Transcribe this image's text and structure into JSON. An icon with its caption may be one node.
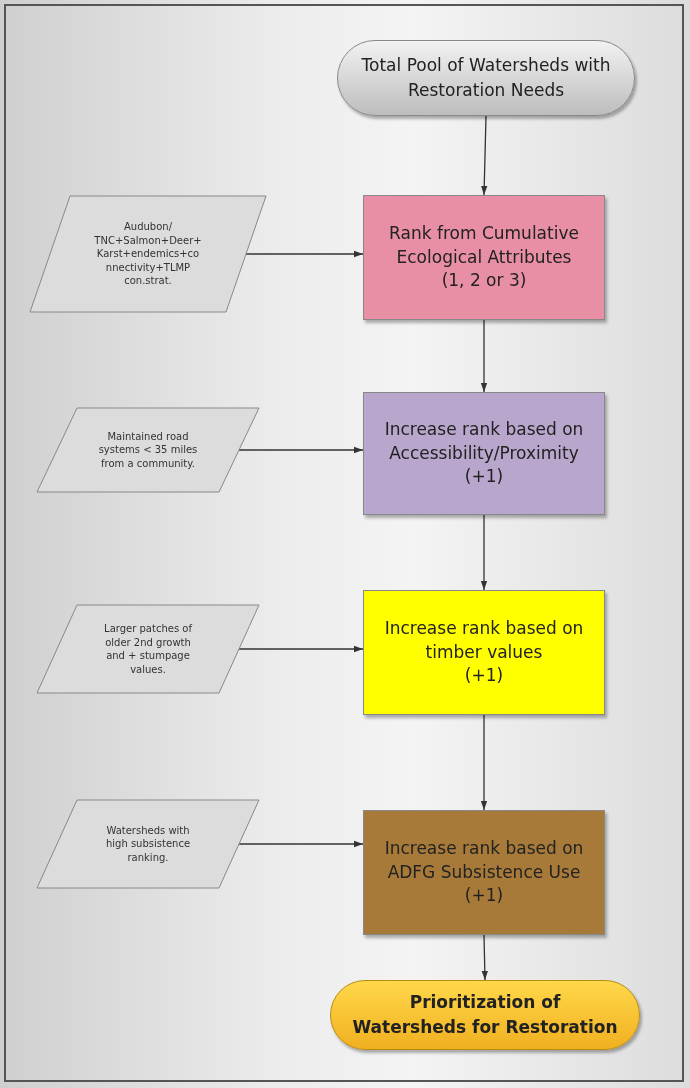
{
  "diagram": {
    "nodes": [
      {
        "text": [
          "Total Pool of Watersheds with Restoration Needs"
        ]
      },
      {
        "text": [
          "Audubon/ TNC+Salmon+Deer+ Karst+endemics+co nnectivity+TLMP con.strat."
        ]
      },
      {
        "text": [
          "Rank from Cumulative Ecological Attributes",
          "(1, 2 or 3)"
        ]
      },
      {
        "text": [
          "Maintained road systems < 35 miles from a community."
        ]
      },
      {
        "text": [
          "Increase rank based on Accessibility/Proximity",
          "(+1)"
        ]
      },
      {
        "text": [
          "Larger patches of older 2nd growth and + stumpage values."
        ]
      },
      {
        "text": [
          "Increase rank based on timber values",
          "(+1)"
        ]
      },
      {
        "text": [
          "Watersheds with high subsistence ranking."
        ]
      },
      {
        "text": [
          "Increase rank based on ADFG Subsistence Use",
          "(+1)"
        ]
      },
      {
        "text": [
          "Prioritization of Watersheds for Restoration"
        ]
      }
    ],
    "edges": [
      {
        "from": 0,
        "to": 2,
        "arrow": "to"
      },
      {
        "from": 1,
        "to": 2,
        "arrow": "to"
      },
      {
        "from": 2,
        "to": 4,
        "arrow": "to"
      },
      {
        "from": 3,
        "to": 4,
        "arrow": "to"
      },
      {
        "from": 4,
        "to": 6,
        "arrow": "to"
      },
      {
        "from": 5,
        "to": 6,
        "arrow": "to"
      },
      {
        "from": 6,
        "to": 8,
        "arrow": "to"
      },
      {
        "from": 7,
        "to": 8,
        "arrow": "to"
      },
      {
        "from": 8,
        "to": 9,
        "arrow": "to"
      }
    ]
  }
}
